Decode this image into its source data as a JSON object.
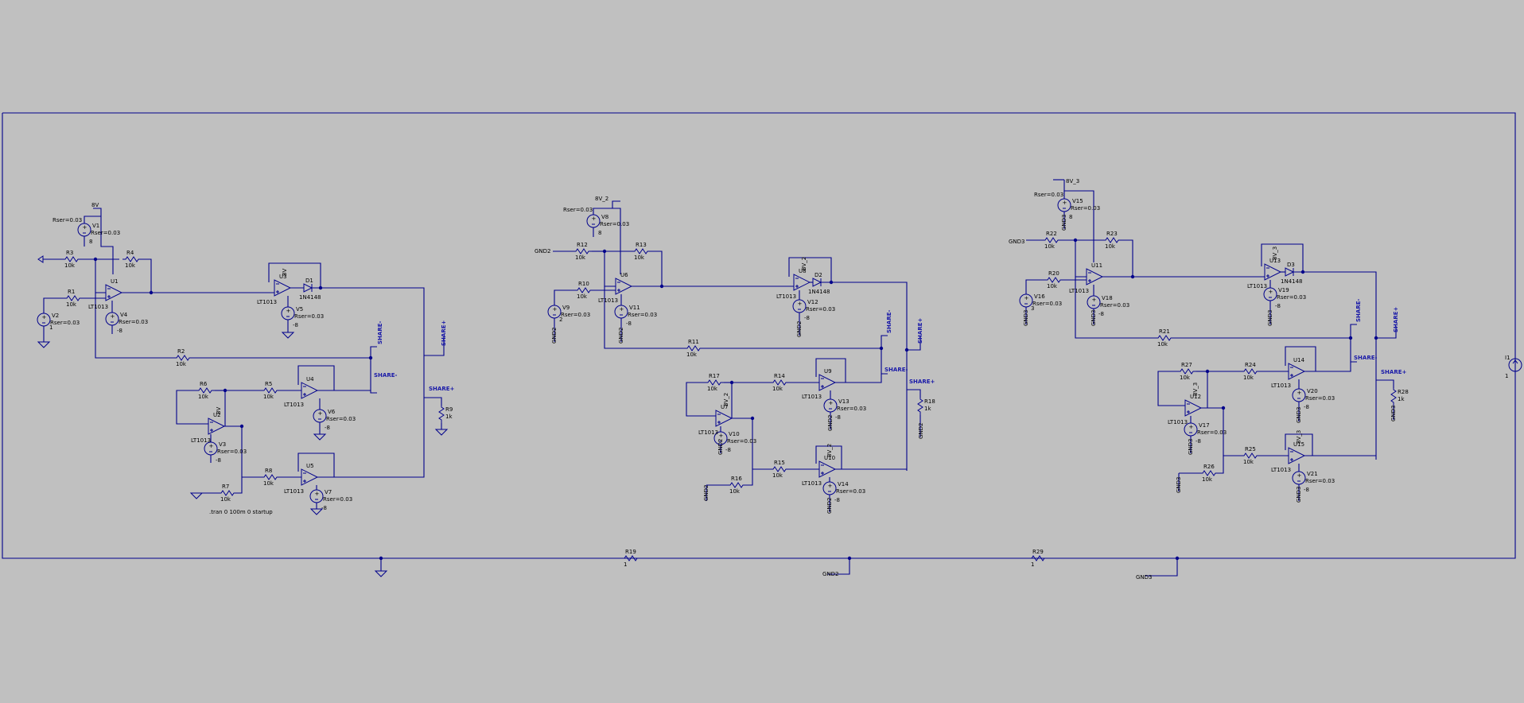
{
  "directive": ".tran 0 100m 0 startup",
  "source_sign": "+",
  "parts": {
    "opamp": "LT1013",
    "diode": "1N4148",
    "ohm10k": "10k",
    "ohm1k": "1k",
    "ohm1": "1",
    "rser": "Rser=0.03",
    "v_neg": "-8",
    "v_pos": "8",
    "v_one": "1",
    "v_two": "2",
    "v_three": "3",
    "gnd2": "GND2",
    "gnd3": "GND3",
    "share_plus": "SHARE+",
    "share_minus": "SHARE-"
  },
  "refs": {
    "U1": "U1",
    "U2": "U2",
    "U3": "U3",
    "U4": "U4",
    "U5": "U5",
    "U6": "U6",
    "U7": "U7",
    "U8": "U8",
    "U9": "U9",
    "U10": "U10",
    "U11": "U11",
    "U12": "U12",
    "U13": "U13",
    "U14": "U14",
    "U15": "U15",
    "R1": "R1",
    "R2": "R2",
    "R3": "R3",
    "R4": "R4",
    "R5": "R5",
    "R6": "R6",
    "R7": "R7",
    "R8": "R8",
    "R9": "R9",
    "R10": "R10",
    "R11": "R11",
    "R12": "R12",
    "R13": "R13",
    "R14": "R14",
    "R15": "R15",
    "R16": "R16",
    "R17": "R17",
    "R18": "R18",
    "R19": "R19",
    "R20": "R20",
    "R21": "R21",
    "R22": "R22",
    "R23": "R23",
    "R24": "R24",
    "R25": "R25",
    "R26": "R26",
    "R27": "R27",
    "R28": "R28",
    "R29": "R29",
    "V1": "V1",
    "V2": "V2",
    "V3": "V3",
    "V4": "V4",
    "V5": "V5",
    "V6": "V6",
    "V7": "V7",
    "V8": "V8",
    "V9": "V9",
    "V10": "V10",
    "V11": "V11",
    "V12": "V12",
    "V13": "V13",
    "V14": "V14",
    "V15": "V15",
    "V16": "V16",
    "V17": "V17",
    "V18": "V18",
    "V19": "V19",
    "V20": "V20",
    "V21": "V21",
    "D1": "D1",
    "D2": "D2",
    "D3": "D3",
    "I1": "I1",
    "N8V": "8V",
    "N8V2": "8V_2",
    "N8V3": "8V_3"
  }
}
